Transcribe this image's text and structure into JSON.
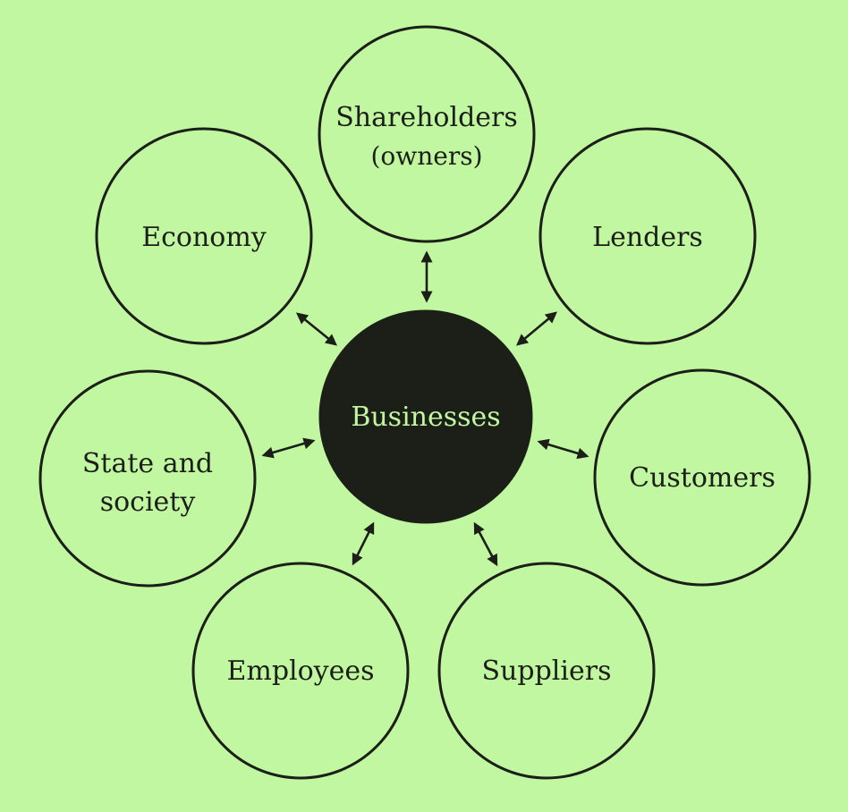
{
  "diagram": {
    "center": {
      "label": "Businesses"
    },
    "nodes": {
      "shareholders": {
        "label": "Shareholders",
        "sublabel": "(owners)"
      },
      "lenders": {
        "label": "Lenders"
      },
      "customers": {
        "label": "Customers"
      },
      "suppliers": {
        "label": "Suppliers"
      },
      "employees": {
        "label": "Employees"
      },
      "state": {
        "label": "State and",
        "sublabel": "society"
      },
      "economy": {
        "label": "Economy"
      }
    }
  },
  "colors": {
    "background": "#c2f7a2",
    "ink": "#1b1f17",
    "center_text": "#c2f7a2"
  }
}
